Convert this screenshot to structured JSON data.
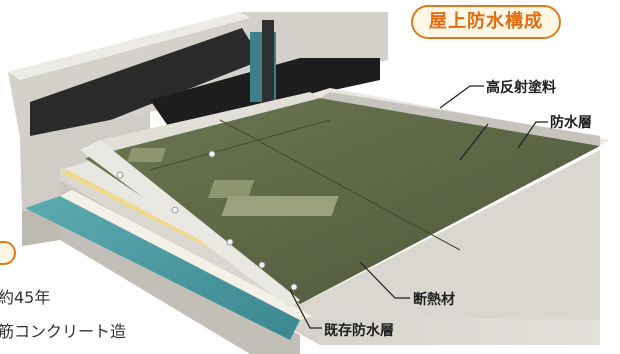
{
  "title": "屋上防水構成",
  "labels": {
    "coating": "高反射塗料",
    "waterproof_layer": "防水層",
    "insulation": "断熱材",
    "existing_waterproof": "既存防水層"
  },
  "building_info": {
    "age": "約45年",
    "structure": "筋コンクリート造"
  },
  "colors": {
    "accent": "#e07a1c",
    "membrane": "#5b6446",
    "existing_layer": "#4a9aa0",
    "concrete": "#d8d6cf"
  }
}
